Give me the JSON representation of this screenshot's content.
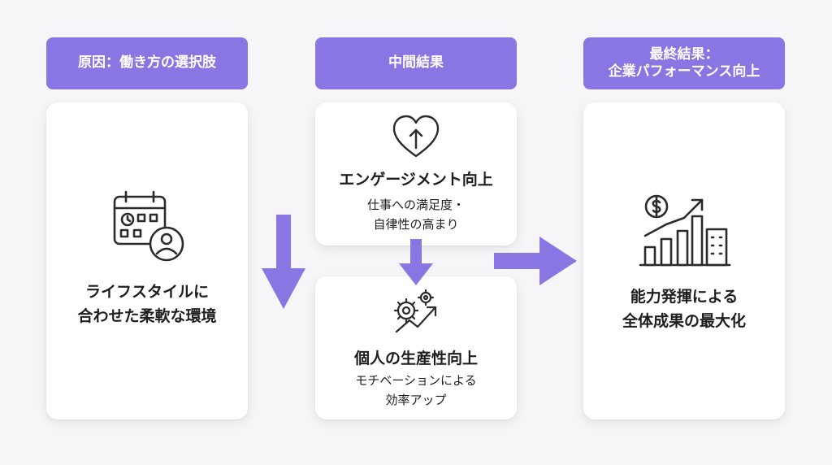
{
  "headers": {
    "cause": "原因：働き方の選択肢",
    "intermediate": "中間結果",
    "final_line1": "最終結果：",
    "final_line2": "企業パフォーマンス向上"
  },
  "cards": {
    "lifestyle": {
      "title_line1": "ライフスタイルに",
      "title_line2": "合わせた柔軟な環境",
      "icon": "calendar-person-icon"
    },
    "engagement": {
      "title": "エンゲージメント向上",
      "sub_line1": "仕事への満足度・",
      "sub_line2": "自律性の高まり",
      "icon": "heart-up-arrow-icon"
    },
    "productivity": {
      "title": "個人の生産性向上",
      "sub_line1": "モチベーションによる",
      "sub_line2": "効率アップ",
      "icon": "gears-trend-icon"
    },
    "result": {
      "title_line1": "能力発揮による",
      "title_line2": "全体成果の最大化",
      "icon": "growth-chart-icon"
    }
  },
  "colors": {
    "accent": "#8a76e3",
    "card": "#ffffff",
    "background": "#f6f6f8",
    "icon": "#2b2b2b"
  }
}
